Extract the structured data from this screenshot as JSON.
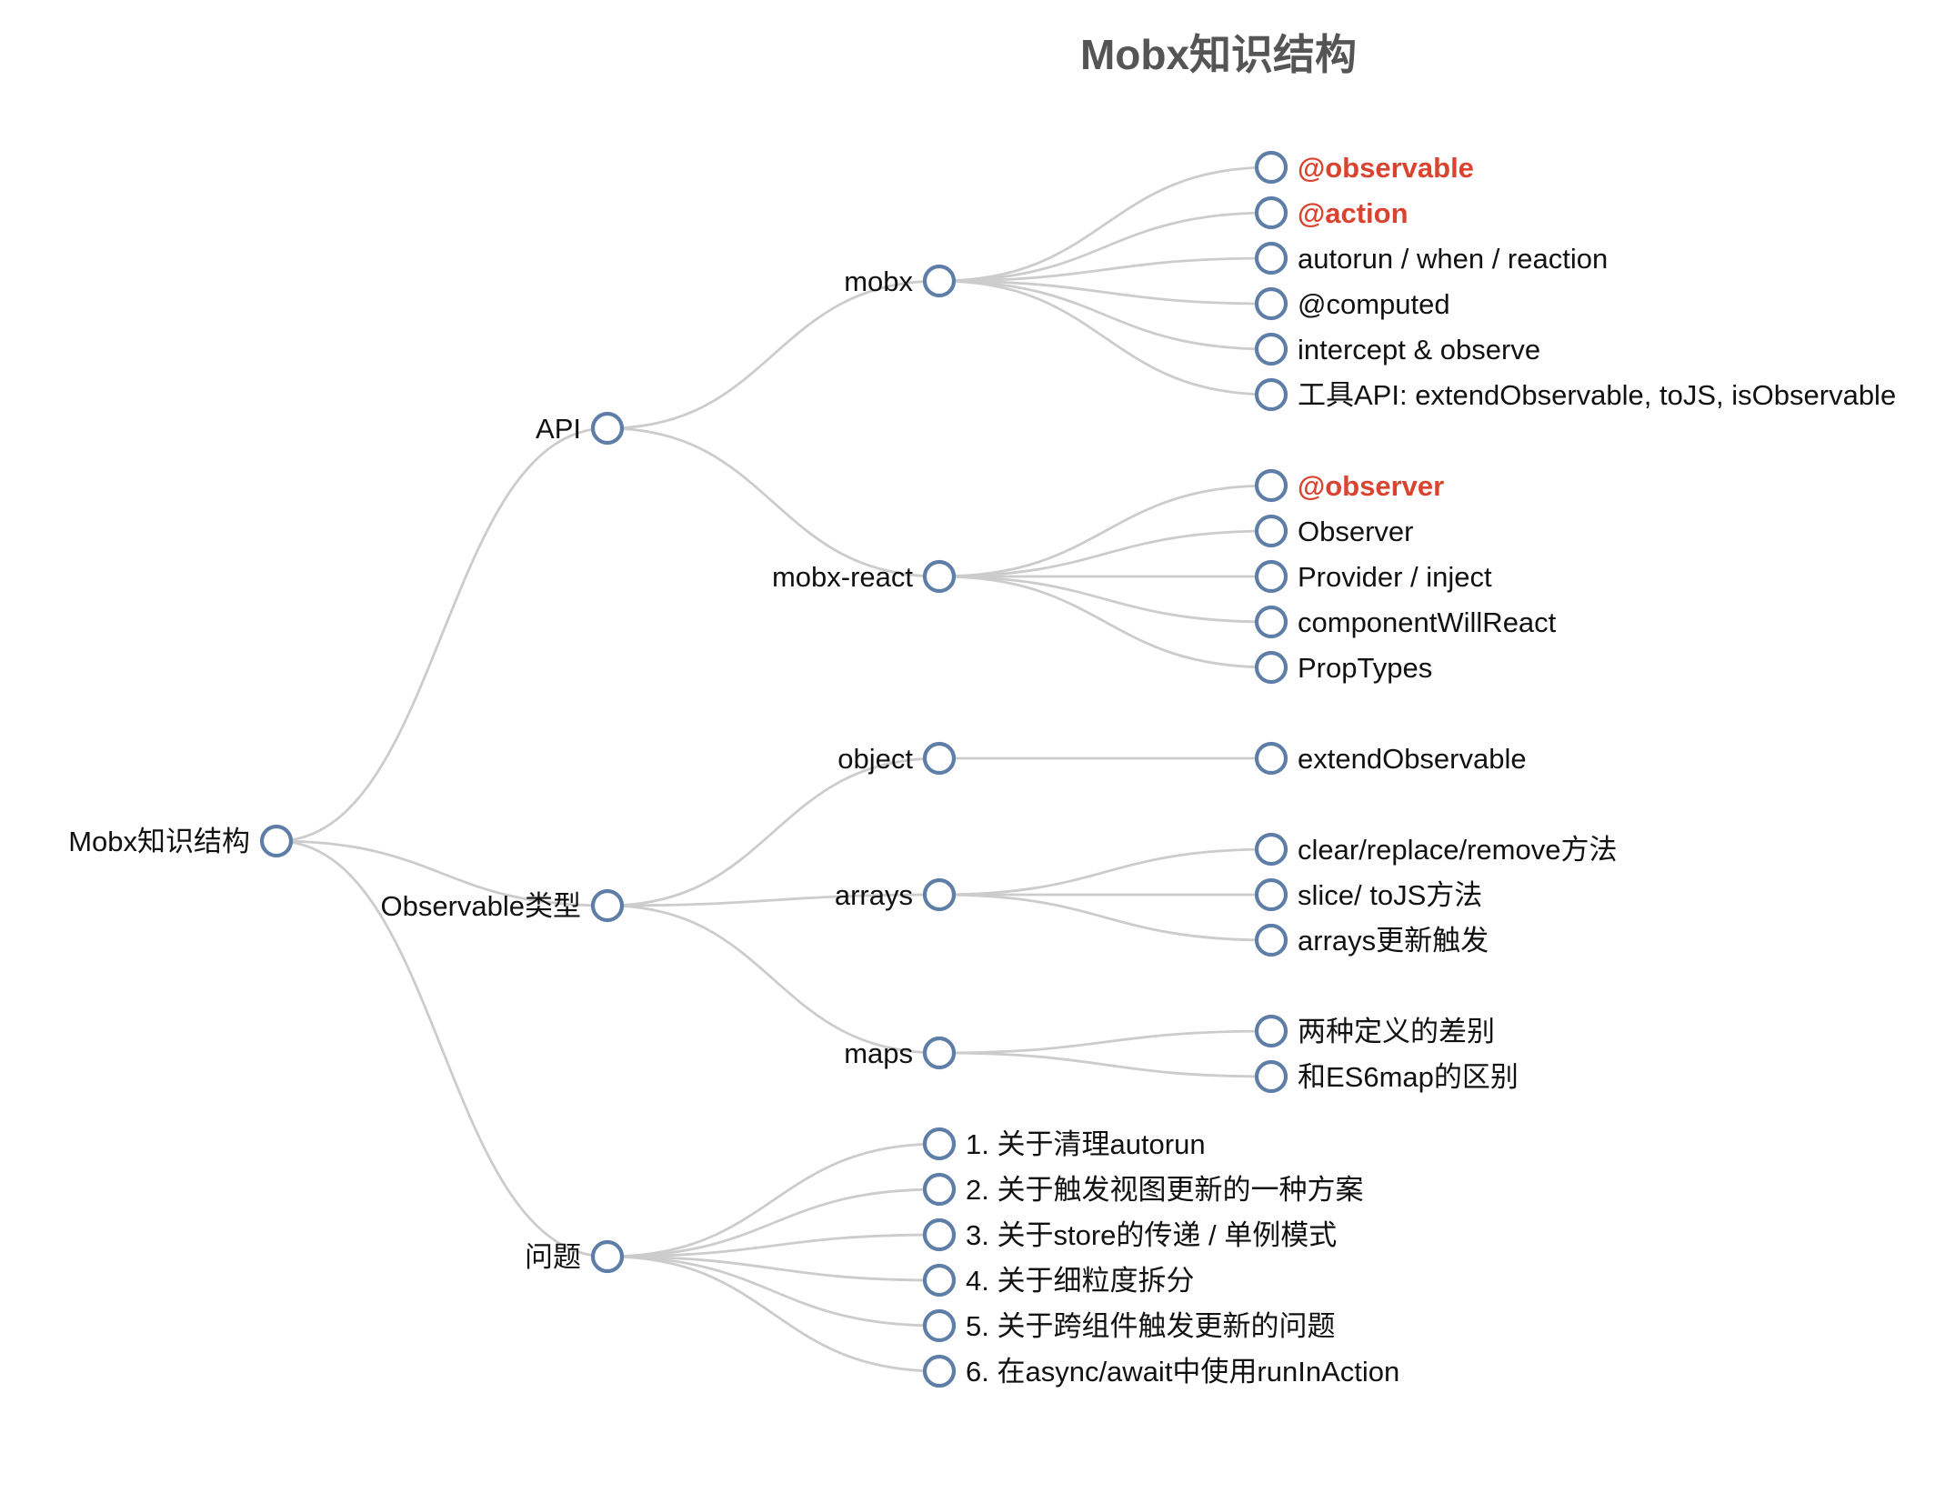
{
  "title": "Mobx知识结构",
  "colors": {
    "title": "#555555",
    "label": "#111111",
    "highlight": "#d9432f",
    "link": "#cccccc",
    "node_stroke": "#5e7ea8",
    "node_fill": "#ffffff"
  },
  "tree": {
    "id": "root",
    "label": "Mobx知识结构",
    "children": [
      {
        "id": "api",
        "label": "API",
        "children": [
          {
            "id": "mobx",
            "label": "mobx",
            "children": [
              {
                "id": "observable",
                "label": "@observable",
                "highlight": true
              },
              {
                "id": "action",
                "label": "@action",
                "highlight": true
              },
              {
                "id": "autorun",
                "label": "autorun / when / reaction"
              },
              {
                "id": "computed",
                "label": "@computed"
              },
              {
                "id": "intercept",
                "label": "intercept & observe"
              },
              {
                "id": "tool-api",
                "label": "工具API: extendObservable, toJS, isObservable"
              }
            ]
          },
          {
            "id": "mobx-react",
            "label": "mobx-react",
            "children": [
              {
                "id": "observer-decorator",
                "label": "@observer",
                "highlight": true
              },
              {
                "id": "observer-component",
                "label": "Observer"
              },
              {
                "id": "provider-inject",
                "label": "Provider / inject"
              },
              {
                "id": "component-will-react",
                "label": "componentWillReact"
              },
              {
                "id": "prop-types",
                "label": "PropTypes"
              }
            ]
          }
        ]
      },
      {
        "id": "observable-types",
        "label": "Observable类型",
        "children": [
          {
            "id": "object",
            "label": "object",
            "children": [
              {
                "id": "extend-observable",
                "label": "extendObservable"
              }
            ]
          },
          {
            "id": "arrays",
            "label": "arrays",
            "children": [
              {
                "id": "clear-replace-remove",
                "label": "clear/replace/remove方法"
              },
              {
                "id": "slice-tojs",
                "label": "slice/ toJS方法"
              },
              {
                "id": "arrays-update-trigger",
                "label": "arrays更新触发"
              }
            ]
          },
          {
            "id": "maps",
            "label": "maps",
            "children": [
              {
                "id": "two-definitions",
                "label": "两种定义的差别"
              },
              {
                "id": "es6-map-difference",
                "label": "和ES6map的区别"
              }
            ]
          }
        ]
      },
      {
        "id": "questions",
        "label": "问题",
        "children": [
          {
            "id": "q1",
            "label": "1. 关于清理autorun"
          },
          {
            "id": "q2",
            "label": "2. 关于触发视图更新的一种方案"
          },
          {
            "id": "q3",
            "label": "3. 关于store的传递 / 单例模式"
          },
          {
            "id": "q4",
            "label": "4. 关于细粒度拆分"
          },
          {
            "id": "q5",
            "label": "5. 关于跨组件触发更新的问题"
          },
          {
            "id": "q6",
            "label": "6. 在async/await中使用runInAction"
          }
        ]
      }
    ]
  }
}
